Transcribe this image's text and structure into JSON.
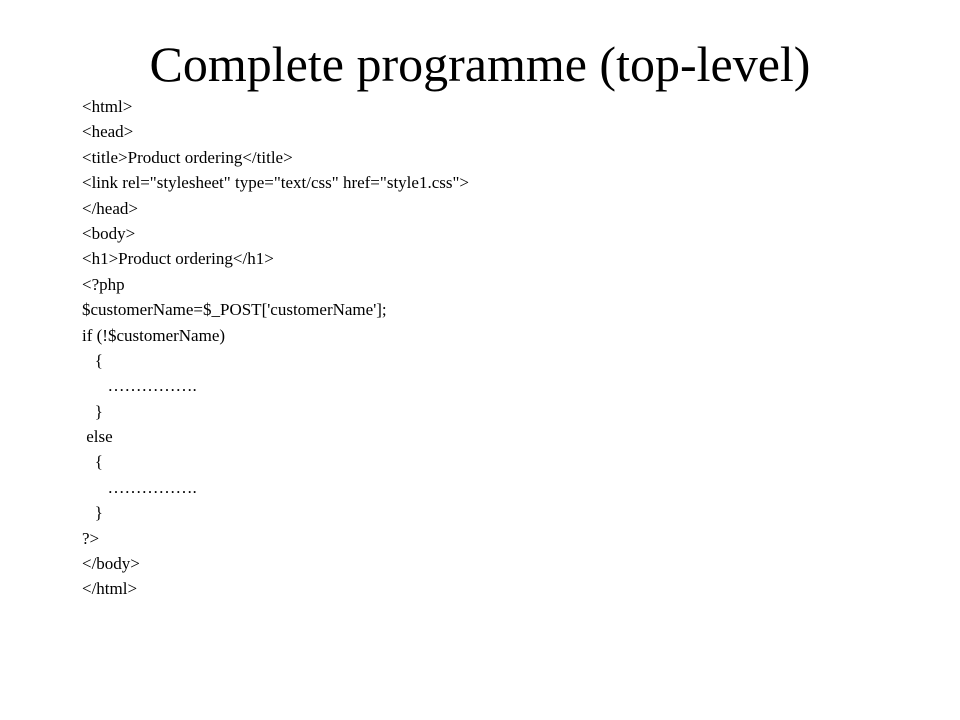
{
  "slide": {
    "title": "Complete programme (top-level)",
    "code_lines": [
      "<html>",
      "<head>",
      "<title>Product ordering</title>",
      "<link rel=\"stylesheet\" type=\"text/css\" href=\"style1.css\">",
      "</head>",
      "<body>",
      "<h1>Product ordering</h1>",
      "<?php",
      "$customerName=$_POST['customerName'];",
      "if (!$customerName)",
      "   {",
      "      …………….",
      "   }",
      " else",
      "   {",
      "      …………….",
      "   }",
      "?>",
      "</body>",
      "</html>"
    ]
  }
}
